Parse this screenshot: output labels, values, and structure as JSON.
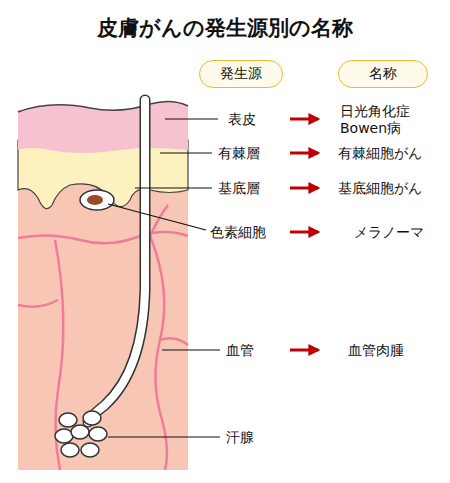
{
  "diagram": {
    "title": "皮膚がんの発生源別の名称",
    "nodes": [
      {
        "text": [
          "発生源"
        ]
      },
      {
        "text": [
          "名称"
        ]
      }
    ],
    "labels": [
      "表皮",
      "日光角化症 Bowen病",
      "有棘層",
      "有棘細胞がん",
      "基底層",
      "基底細胞がん",
      "色素細胞",
      "メラノーマ",
      "血管",
      "血管肉腫",
      "汗腺"
    ]
  }
}
